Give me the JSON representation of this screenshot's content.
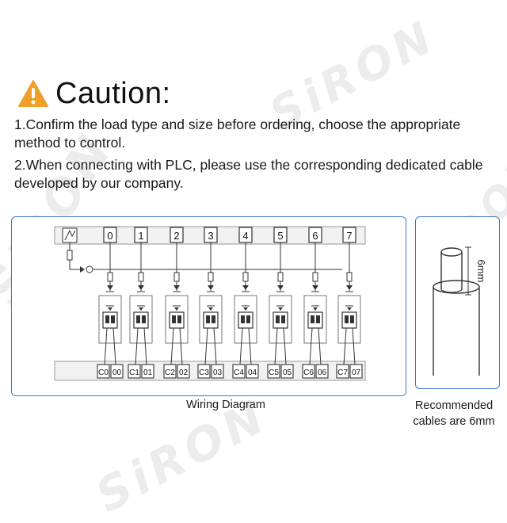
{
  "brand": "SiRON",
  "caution": {
    "title": "Caution:",
    "icon": "warning-triangle-icon",
    "icon_color": "#f0a02a"
  },
  "notes": [
    {
      "num": "1.",
      "text": "Confirm the load type and size before ordering, choose the appropriate method to control."
    },
    {
      "num": "2.",
      "text": "When connecting with PLC, please use the corresponding dedicated cable developed by our company."
    }
  ],
  "wiring": {
    "caption": "Wiring Diagram",
    "top_terminals": [
      "0",
      "1",
      "2",
      "3",
      "4",
      "5",
      "6",
      "7"
    ],
    "bottom_terminals": [
      "C0",
      "00",
      "C1",
      "01",
      "C2",
      "02",
      "C3",
      "03",
      "C4",
      "04",
      "C5",
      "05",
      "C6",
      "06",
      "C7",
      "07"
    ]
  },
  "cable": {
    "dimension": "6mm",
    "caption_line1": "Recommended",
    "caption_line2": "cables are 6mm"
  },
  "colors": {
    "frame_border": "#3a77c8",
    "watermark": "#ececec"
  }
}
